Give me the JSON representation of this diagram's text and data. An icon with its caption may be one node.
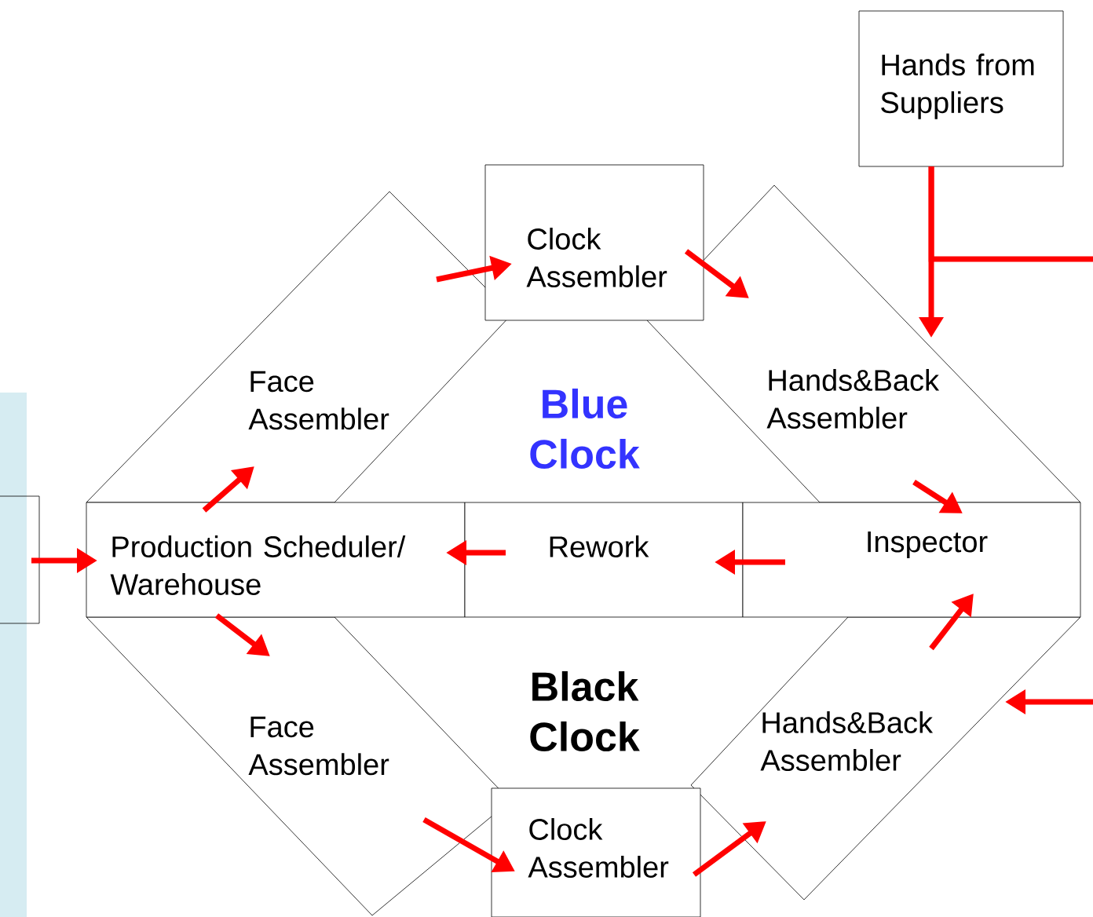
{
  "diagram": {
    "nodes": [
      {
        "text": [
          "Hands from Suppliers"
        ]
      },
      {
        "text": [
          "Clock Assembler"
        ]
      },
      {
        "text": [
          "Face Assembler"
        ]
      },
      {
        "text": [
          "Hands&Back Assembler"
        ]
      },
      {
        "text": [
          "Production Scheduler/ Warehouse"
        ]
      },
      {
        "text": [
          "Rework"
        ]
      },
      {
        "text": [
          "Inspector"
        ]
      },
      {
        "text": [
          "Face Assembler"
        ]
      },
      {
        "text": [
          "Hands&Back Assembler"
        ]
      },
      {
        "text": [
          "Clock Assembler"
        ]
      },
      {
        "text": [],
        "shape": "box"
      }
    ],
    "edges": [
      {
        "from": 10,
        "to": 4,
        "arrow": "to"
      },
      {
        "from": 4,
        "to": 2,
        "arrow": "to"
      },
      {
        "from": 2,
        "to": 1,
        "arrow": "to"
      },
      {
        "from": 1,
        "to": 3,
        "arrow": "to"
      },
      {
        "from": 0,
        "to": 3,
        "arrow": "to"
      },
      {
        "from": 0,
        "to": null,
        "arrow": "none"
      },
      {
        "from": 3,
        "to": 6,
        "arrow": "to"
      },
      {
        "from": 6,
        "to": 5,
        "arrow": "to"
      },
      {
        "from": 5,
        "to": 4,
        "arrow": "to"
      },
      {
        "from": 4,
        "to": 7,
        "arrow": "to"
      },
      {
        "from": 7,
        "to": 9,
        "arrow": "to"
      },
      {
        "from": 9,
        "to": 8,
        "arrow": "to"
      },
      {
        "from": 8,
        "to": 6,
        "arrow": "to"
      },
      {
        "from": null,
        "to": 8,
        "arrow": "to"
      }
    ],
    "labels": [
      "Blue Clock",
      "Black Clock"
    ]
  }
}
